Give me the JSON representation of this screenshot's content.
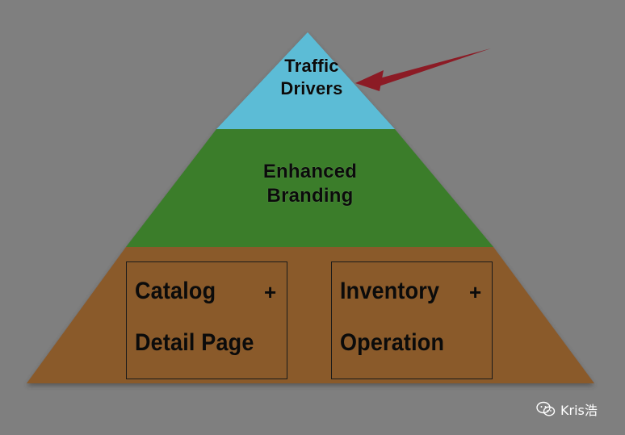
{
  "pyramid": {
    "top": {
      "line1": "Traffic",
      "line2": "Drivers"
    },
    "middle": {
      "line1": "Enhanced",
      "line2": "Branding"
    },
    "bottom": {
      "left_box": {
        "line1": "Catalog",
        "plus": "+",
        "line2": "Detail Page"
      },
      "right_box": {
        "line1": "Inventory",
        "plus": "+",
        "line2": "Operation"
      }
    }
  },
  "colors": {
    "background": "#7f7f7f",
    "top_tier": "#5bbcd6",
    "middle_tier": "#3b7d2c",
    "bottom_tier": "#8a5a2c",
    "arrow": "#8c1b25"
  },
  "watermark": {
    "icon": "wechat-icon",
    "text": "Kris浩"
  }
}
